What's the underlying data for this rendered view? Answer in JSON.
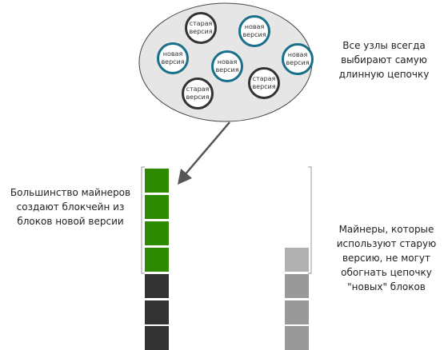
{
  "network": {
    "nodes": [
      {
        "label": "старая версия",
        "kind": "old"
      },
      {
        "label": "новая версия",
        "kind": "new"
      },
      {
        "label": "новая версия",
        "kind": "new"
      },
      {
        "label": "новая версия",
        "kind": "new"
      },
      {
        "label": "новая версия",
        "kind": "new"
      },
      {
        "label": "старая версия",
        "kind": "old"
      },
      {
        "label": "старая версия",
        "kind": "old"
      }
    ],
    "caption": "Все узлы всегда выбирают самую длинную цепочку"
  },
  "majority_chain": {
    "caption": "Большинство майнеров создают блокчейн из блоков новой версии",
    "new_blocks": 4,
    "old_blocks": 3
  },
  "minority_chain": {
    "caption": "Майнеры, которые используют старую версию, не могут обогнать цепочку \"новых\" блоков",
    "blocks": 4
  },
  "colors": {
    "new_version_block": "#2e8b00",
    "old_version_block": "#333333",
    "minority_block": "#999999",
    "new_node_ring": "#1a6f8a",
    "old_node_ring": "#333333"
  }
}
